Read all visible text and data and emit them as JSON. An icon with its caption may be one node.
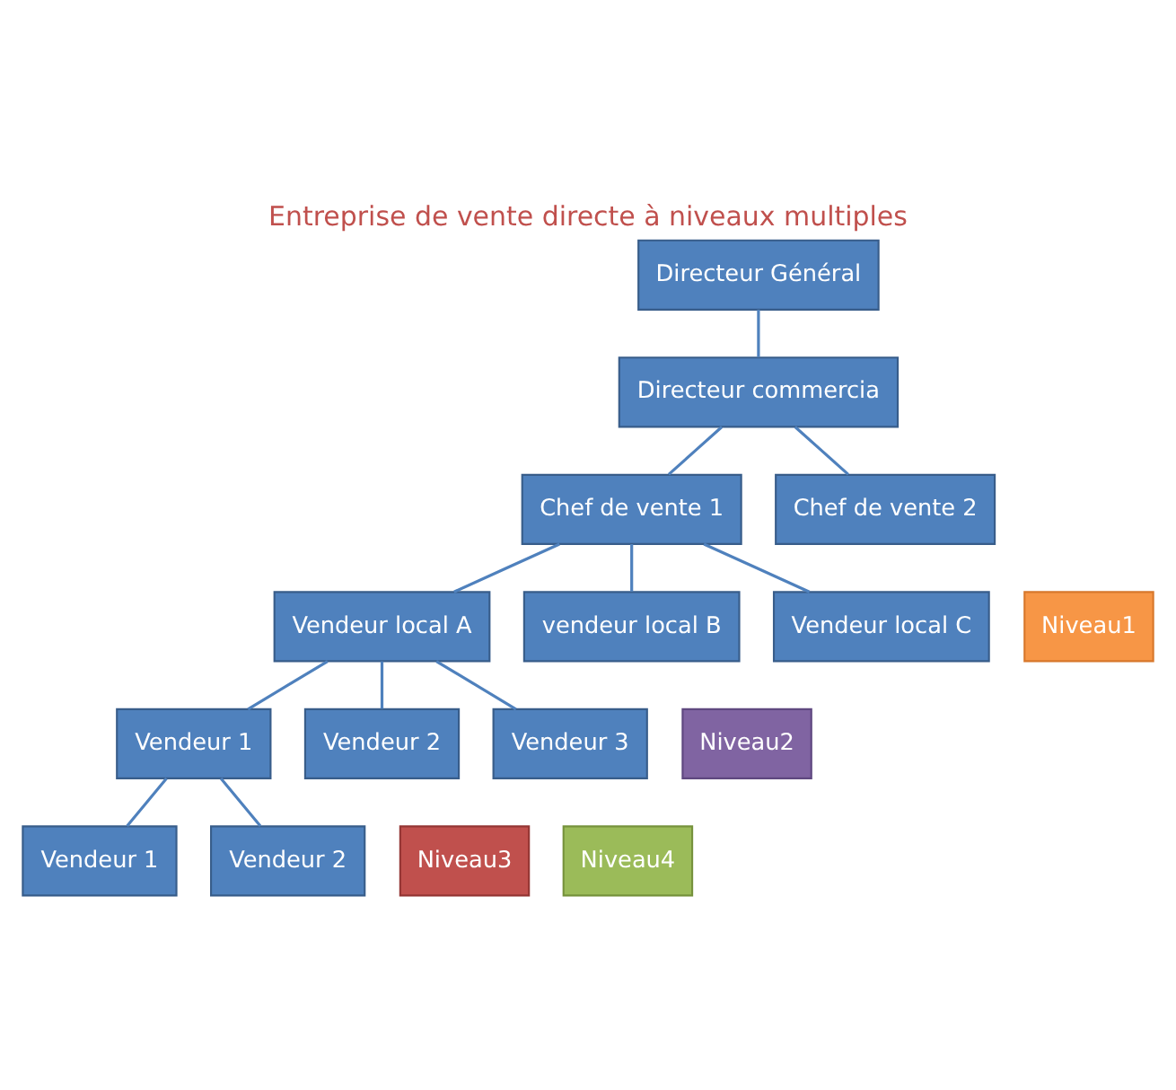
{
  "diagram": {
    "title": "Entreprise de vente directe à niveaux multiples",
    "nodes": [
      {
        "text": [
          "Directeur Général"
        ]
      },
      {
        "text": [
          "Directeur commercia"
        ]
      },
      {
        "text": [
          "Chef de vente 1"
        ]
      },
      {
        "text": [
          "Chef de vente 2"
        ]
      },
      {
        "text": [
          "Vendeur local A"
        ]
      },
      {
        "text": [
          "vendeur local B"
        ]
      },
      {
        "text": [
          "Vendeur local C"
        ]
      },
      {
        "text": [
          "Vendeur 1"
        ]
      },
      {
        "text": [
          "Vendeur 2"
        ]
      },
      {
        "text": [
          "Vendeur 3"
        ]
      },
      {
        "text": [
          "Vendeur 1"
        ]
      },
      {
        "text": [
          "Vendeur 2"
        ]
      },
      {
        "text": [
          "Niveau1"
        ]
      },
      {
        "text": [
          "Niveau2"
        ]
      },
      {
        "text": [
          "Niveau3"
        ]
      },
      {
        "text": [
          "Niveau4"
        ]
      }
    ],
    "edges": [
      {
        "from": 0,
        "to": 1,
        "arrow": "none"
      },
      {
        "from": 1,
        "to": 2,
        "arrow": "none"
      },
      {
        "from": 1,
        "to": 3,
        "arrow": "none"
      },
      {
        "from": 2,
        "to": 4,
        "arrow": "none"
      },
      {
        "from": 2,
        "to": 5,
        "arrow": "none"
      },
      {
        "from": 2,
        "to": 6,
        "arrow": "none"
      },
      {
        "from": 4,
        "to": 7,
        "arrow": "none"
      },
      {
        "from": 4,
        "to": 8,
        "arrow": "none"
      },
      {
        "from": 4,
        "to": 9,
        "arrow": "none"
      },
      {
        "from": 7,
        "to": 10,
        "arrow": "none"
      },
      {
        "from": 7,
        "to": 11,
        "arrow": "none"
      }
    ]
  }
}
